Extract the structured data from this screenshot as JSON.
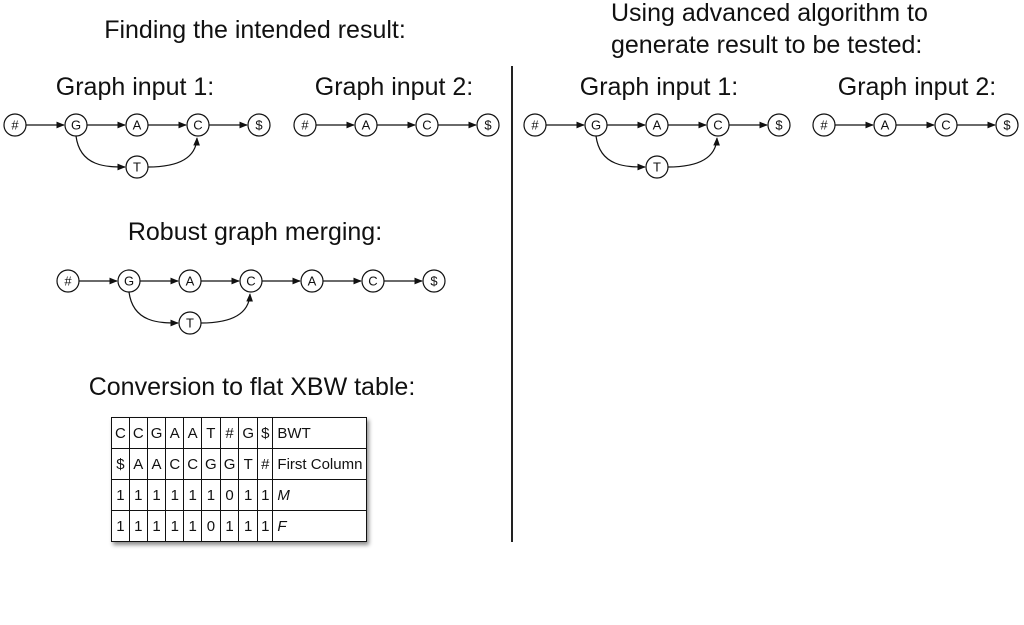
{
  "left": {
    "title": "Finding the intended result:",
    "input1_label": "Graph input 1:",
    "input2_label": "Graph input 2:",
    "merge_label": "Robust graph merging:",
    "xbw_label": "Conversion to flat XBW table:"
  },
  "right": {
    "title_line1": "Using advanced algorithm to",
    "title_line2": "generate result to be tested:",
    "input1_label": "Graph input 1:",
    "input2_label": "Graph input 2:"
  },
  "graphs": {
    "input1": {
      "main": [
        "#",
        "G",
        "A",
        "C",
        "$"
      ],
      "branch": "T"
    },
    "input2": {
      "main": [
        "#",
        "A",
        "C",
        "$"
      ]
    },
    "merged": {
      "main": [
        "#",
        "G",
        "A",
        "C",
        "A",
        "C",
        "$"
      ],
      "branch": "T"
    }
  },
  "xbw_table": {
    "rows": [
      {
        "cells": [
          "C",
          "C",
          "G",
          "A",
          "A",
          "T",
          "#",
          "G",
          "$"
        ],
        "label": "BWT",
        "italic": false
      },
      {
        "cells": [
          "$",
          "A",
          "A",
          "C",
          "C",
          "G",
          "G",
          "T",
          "#"
        ],
        "label": "First Column",
        "italic": false
      },
      {
        "cells": [
          "1",
          "1",
          "1",
          "1",
          "1",
          "1",
          "0",
          "1",
          "1"
        ],
        "label": "M",
        "italic": true
      },
      {
        "cells": [
          "1",
          "1",
          "1",
          "1",
          "1",
          "0",
          "1",
          "1",
          "1"
        ],
        "label": "F",
        "italic": true
      }
    ]
  }
}
